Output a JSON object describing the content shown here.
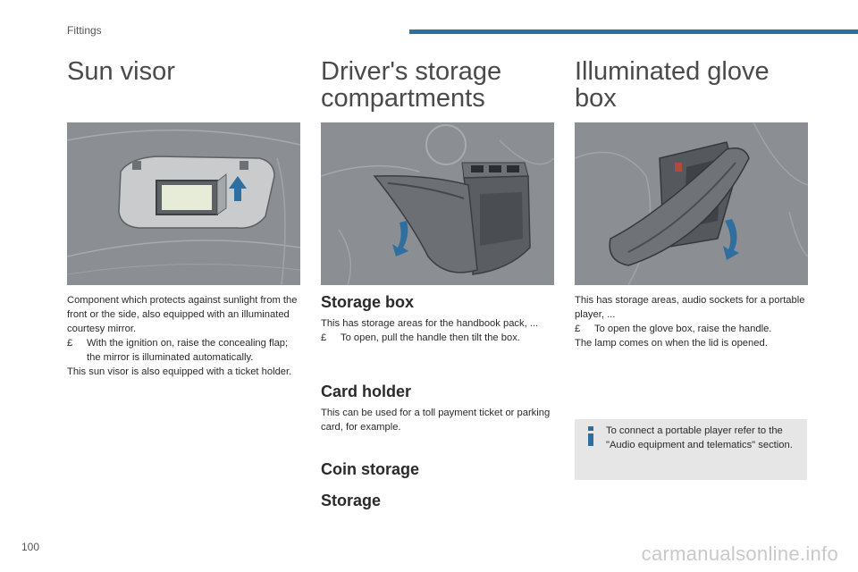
{
  "header": {
    "section": "Fittings"
  },
  "sun_visor": {
    "title": "Sun visor",
    "intro": "Component which protects against sunlight from the front or the side, also equipped with an illuminated courtesy mirror.",
    "bullet_marker": "£",
    "bullet": "With the ignition on, raise the concealing flap; the mirror is illuminated automatically.",
    "outro": "This sun visor is also equipped with a ticket holder."
  },
  "driver_storage": {
    "title_line1": "Driver's storage",
    "title_line2": "compartments",
    "storage_box": {
      "heading": "Storage box",
      "text": "This has storage areas for the handbook pack, ...",
      "bullet_marker": "£",
      "bullet": "To open, pull the handle then tilt the box."
    },
    "card_holder": {
      "heading": "Card holder",
      "text": "This can be used for a toll payment ticket or parking card, for example."
    },
    "coin_storage": {
      "heading": "Coin storage"
    },
    "storage": {
      "heading": "Storage"
    }
  },
  "glove_box": {
    "title_line1": "Illuminated glove",
    "title_line2": "box",
    "text": "This has storage areas, audio sockets for a portable player, ...",
    "bullet_marker": "£",
    "bullet": "To open the glove box, raise the handle.",
    "outro": "The lamp comes on when the lid is opened.",
    "info": "To connect a portable player refer to the \"Audio equipment and telematics\" section."
  },
  "footer": {
    "page_number": "100",
    "watermark": "carmanualsonline.info"
  },
  "colors": {
    "accent": "#2f6f9e",
    "image_bg": "#8a8d92",
    "info_bg": "#e6e6e6",
    "arrow": "#2e6f9f"
  }
}
